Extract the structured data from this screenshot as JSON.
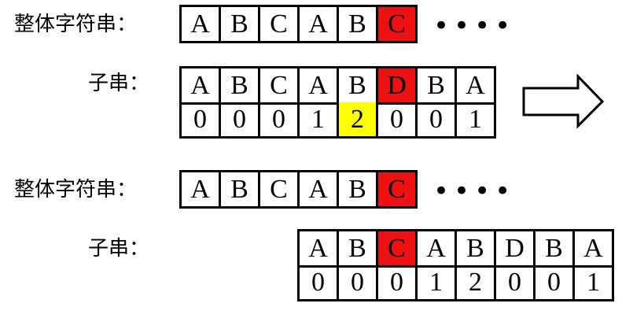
{
  "row1": {
    "whole_label": "整体字符串：",
    "whole": [
      "A",
      "B",
      "C",
      "A",
      "B",
      "C"
    ],
    "whole_highlight": [
      5
    ],
    "dots": "••••",
    "sub_label": "子串：",
    "sub": [
      "A",
      "B",
      "C",
      "A",
      "B",
      "D",
      "B",
      "A"
    ],
    "sub_highlight": [
      5
    ],
    "next": [
      "0",
      "0",
      "0",
      "1",
      "2",
      "0",
      "0",
      "1"
    ],
    "next_highlight": [
      4
    ]
  },
  "row2": {
    "whole_label": "整体字符串：",
    "whole": [
      "A",
      "B",
      "C",
      "A",
      "B",
      "C"
    ],
    "whole_highlight": [
      5
    ],
    "dots": "••••",
    "sub_label": "子串：",
    "sub": [
      "A",
      "B",
      "C",
      "A",
      "B",
      "D",
      "B",
      "A"
    ],
    "sub_highlight": [
      2
    ],
    "next": [
      "0",
      "0",
      "0",
      "1",
      "2",
      "0",
      "0",
      "1"
    ],
    "next_highlight": []
  },
  "colors": {
    "mismatch": "#ee1111",
    "highlight": "#ffff00"
  },
  "arrow_icon": "right-arrow-icon"
}
